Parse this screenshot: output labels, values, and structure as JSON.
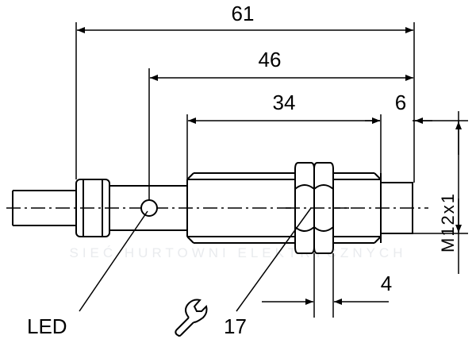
{
  "dimensions": {
    "overall_length": "61",
    "body_length": "46",
    "thread_length": "34",
    "face_offset": "6",
    "nut_thickness": "4",
    "thread_size": "M12x1"
  },
  "labels": {
    "led": "LED",
    "wrench_size": "17"
  },
  "icons": {
    "wrench": "wrench-icon"
  },
  "watermark": {
    "line1": "SIEĆ HURTOWNI ELEKTRYCZNYCH"
  },
  "colors": {
    "ink": "#000000",
    "watermark": "#e9ebee",
    "background": "#ffffff"
  }
}
